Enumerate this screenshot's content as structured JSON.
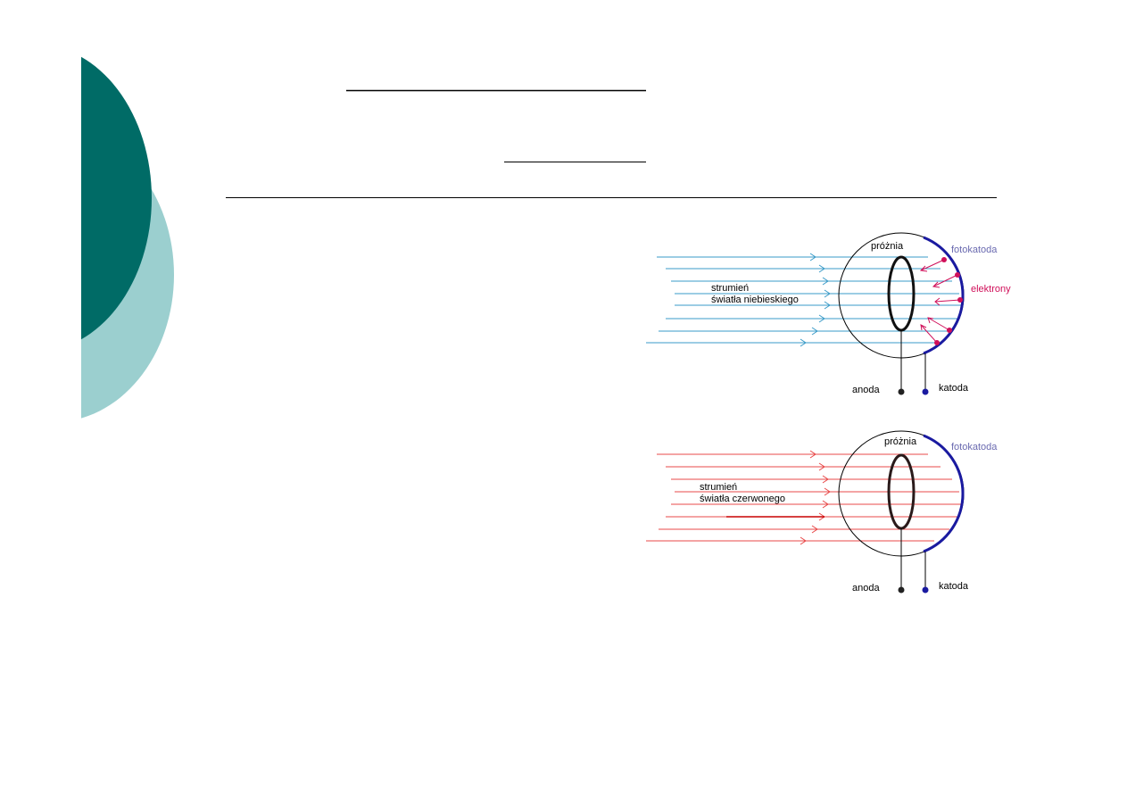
{
  "colors": {
    "accent_dark": "#006B66",
    "accent_light": "#9BCFCF",
    "blue_light": "#3A9BC8",
    "red_light": "#E84848",
    "cathode_blue": "#1A1AA0",
    "electron_magenta": "#D0105A",
    "label_fotokatoda": "#6A6AB0"
  },
  "diagram_top": {
    "vacuum_label": "próżnia",
    "photocathode_label": "fotokatoda",
    "electrons_label": "elektrony",
    "beam_label_line1": "strumień",
    "beam_label_line2": "światła niebieskiego",
    "anode_label": "anoda",
    "cathode_label": "katoda"
  },
  "diagram_bottom": {
    "vacuum_label": "próżnia",
    "photocathode_label": "fotokatoda",
    "beam_label_line1": "strumień",
    "beam_label_line2": "światła czerwonego",
    "anode_label": "anoda",
    "cathode_label": "katoda"
  }
}
